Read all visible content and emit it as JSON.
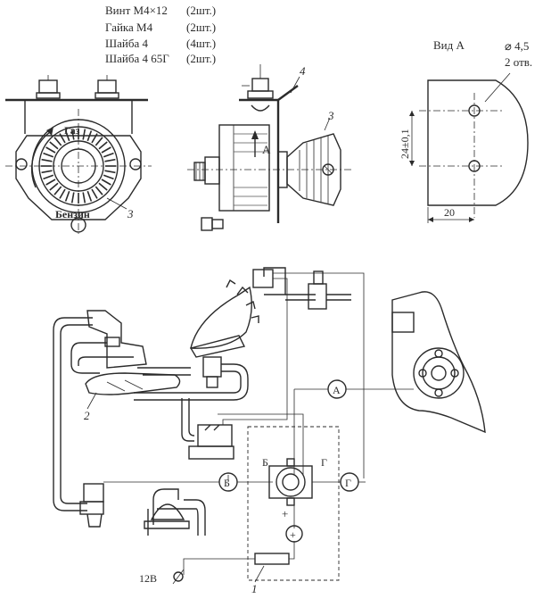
{
  "fasteners": [
    {
      "name": "Винт М4×12",
      "qty": "(2шт.)"
    },
    {
      "name": "Гайка М4",
      "qty": "(2шт.)"
    },
    {
      "name": "Шайба 4",
      "qty": "(4шт.)"
    },
    {
      "name": "Шайба 4 65Г",
      "qty": "(2шт.)"
    }
  ],
  "view_a": {
    "title": "Вид А",
    "hole_dia": "⌀ 4,5",
    "hole_count": "2 отв.",
    "dim_vertical": "24±0,1",
    "dim_horizontal": "20"
  },
  "switch_labels": {
    "gas": "Газ",
    "petrol": "Бензин"
  },
  "arrow_a": "А",
  "callouts": {
    "one": "1",
    "two": "2",
    "three_front": "3",
    "three_side": "3",
    "four": "4"
  },
  "circuit": {
    "a": "А",
    "b": "Б",
    "g_left": "Г",
    "g_right": "Г",
    "plus_small": "+",
    "plus_circle": "+",
    "supply": "12В"
  }
}
